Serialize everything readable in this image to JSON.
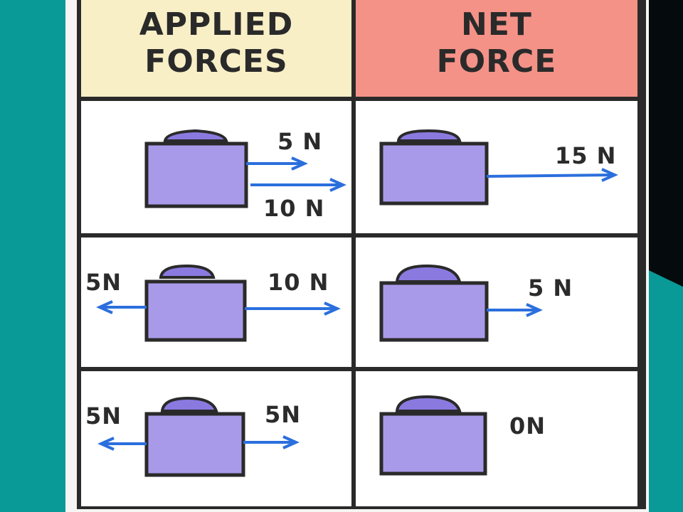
{
  "headers": {
    "applied": {
      "line1": "APPLIED",
      "line2": "FORCES"
    },
    "net": {
      "line1": "NET",
      "line2": "FORCE"
    }
  },
  "rows": [
    {
      "applied_labels": [
        "5 N",
        "10 N"
      ],
      "net_label": "15 N"
    },
    {
      "applied_labels": [
        "5N",
        "10 N"
      ],
      "net_label": "5 N"
    },
    {
      "applied_labels": [
        "5N",
        "5N"
      ],
      "net_label": "0N"
    }
  ],
  "colors": {
    "block": "#a99ae9",
    "block_top": "#8a7ae0",
    "arrow": "#2b6fdd",
    "outline": "#2a2a2a",
    "header_applied": "#f8efc7",
    "header_net": "#f59288"
  }
}
